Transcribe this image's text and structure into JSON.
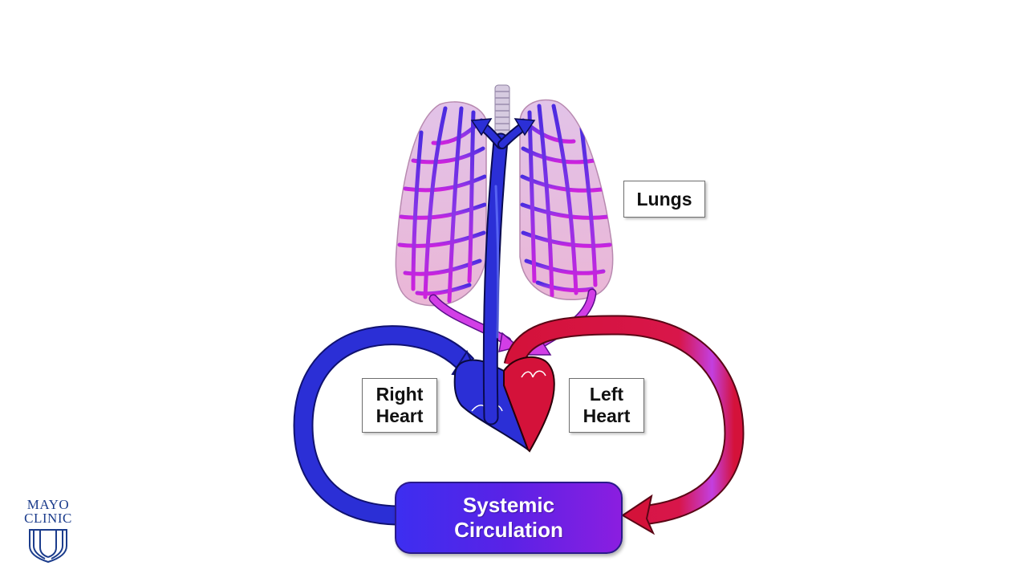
{
  "labels": {
    "lungs": "Lungs",
    "right_heart": [
      "Right",
      "Heart"
    ],
    "left_heart": [
      "Left",
      "Heart"
    ],
    "systemic": [
      "Systemic",
      "Circulation"
    ]
  },
  "logo": {
    "line1": "MAYO",
    "line2": "CLINIC"
  },
  "colors": {
    "deoxygenated": "#2b2fd6",
    "oxygenated": "#d4123a",
    "lung_vessel": "#8a35e8",
    "lung_tissue": "#e8b8d8",
    "systemic_box": "#5a22e6",
    "logo": "#1b3c8c"
  }
}
